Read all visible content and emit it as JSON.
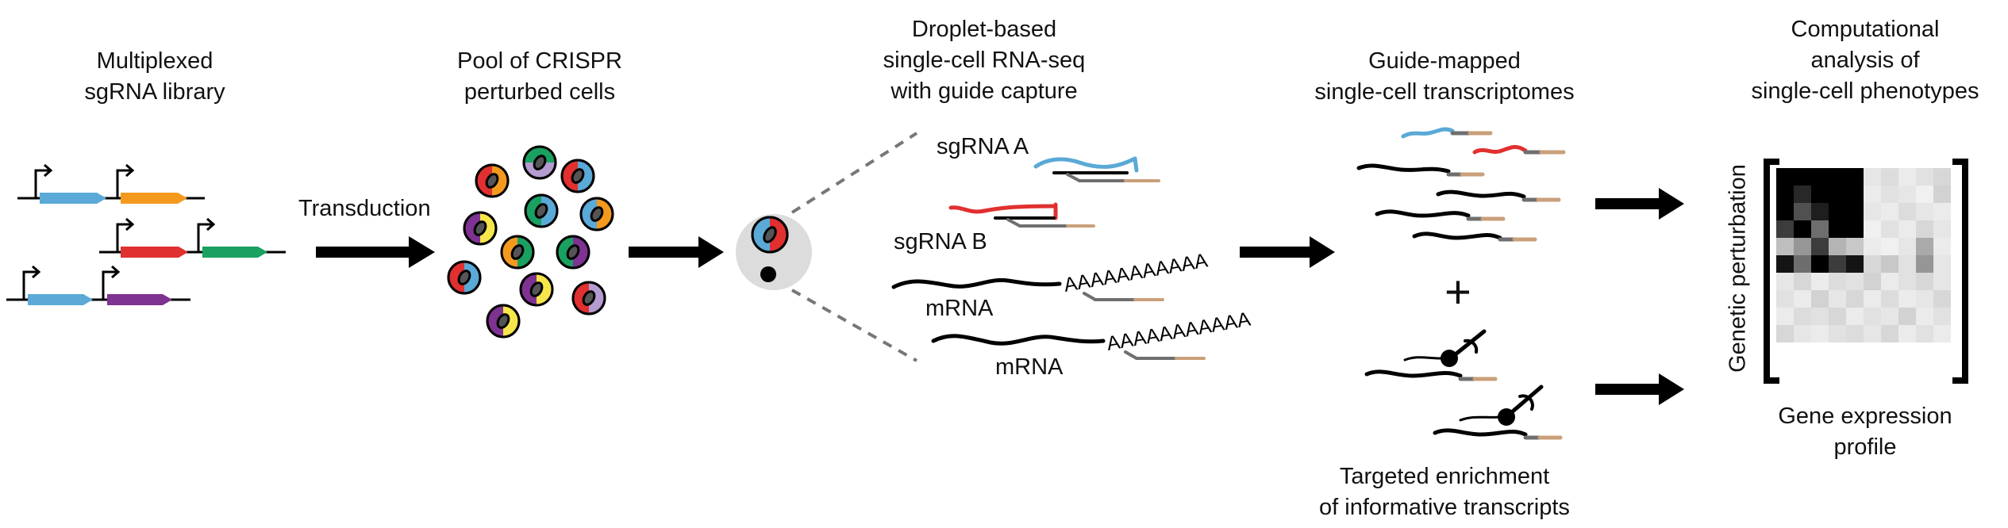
{
  "steps": {
    "library": [
      "Multiplexed",
      "sgRNA library"
    ],
    "pool": [
      "Pool of CRISPR",
      "perturbed cells"
    ],
    "droplet": [
      "Droplet-based",
      "single-cell RNA-seq",
      "with guide capture"
    ],
    "mapped": [
      "Guide-mapped",
      "single-cell transcriptomes"
    ],
    "analysis": [
      "Computational",
      "analysis of",
      "single-cell phenotypes"
    ]
  },
  "labels": {
    "transduction": "Transduction",
    "sgrna_a": "sgRNA A",
    "sgrna_b": "sgRNA B",
    "mrna_1": "mRNA",
    "mrna_2": "mRNA",
    "polya_1": "AAAAAAAAAAA",
    "polya_2": "AAAAAAAAAAA",
    "plus": "+",
    "enrichment": [
      "Targeted enrichment",
      "of informative transcripts"
    ],
    "genetic_perturbation": "Genetic perturbation",
    "gene_expression": [
      "Gene expression",
      "profile"
    ]
  },
  "colors": {
    "blue": "#5aa9d6",
    "orange": "#f39a1e",
    "red": "#e0302f",
    "green": "#1aa060",
    "purple": "#7e3291",
    "yellow": "#f7e64b",
    "lavender": "#b49bd0",
    "tan": "#c9a07a",
    "gray": "#6f6f6f"
  }
}
